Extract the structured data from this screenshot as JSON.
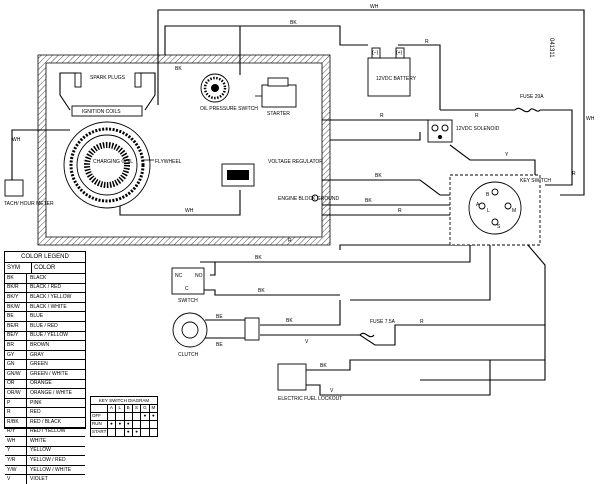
{
  "drawing_number": "041311",
  "components": {
    "spark_plugs": "SPARK PLUGS",
    "ignition_coils": "IGNITION COILS",
    "charging_coil": "CHARGING COIL",
    "flywheel": "FLYWHEEL",
    "oil_pressure_switch": "OIL PRESSURE SWITCH",
    "starter": "STARTER",
    "battery": "12VDC BATTERY",
    "fuse_20a": "FUSE 20A",
    "solenoid": "12VDC SOLENOID",
    "voltage_regulator": "VOLTAGE REGULATOR",
    "engine_block_ground": "ENGINE BLOCK GROUND",
    "key_switch": "KEY SWITCH",
    "tach_hour_meter": "TACH/ HOUR METER",
    "switch": "SWITCH",
    "clutch": "CLUTCH",
    "fuse_7_5a": "FUSE 7.5A",
    "electric_fuel_lockout": "ELECTRIC FUEL LOCKOUT"
  },
  "wire_labels": {
    "wh": "WH",
    "bk": "BK",
    "r": "R",
    "y": "Y",
    "be": "BE",
    "v": "V",
    "neg": "(−)",
    "pos": "(+)"
  },
  "switch_terminals": {
    "nc": "NC",
    "no": "NO",
    "c": "C"
  },
  "key_terminals": {
    "a": "A",
    "b": "B",
    "l": "L",
    "m": "M",
    "s": "S"
  },
  "color_legend": {
    "title": "COLOR LEGEND",
    "sym_header": "SYM",
    "color_header": "COLOR",
    "rows": [
      {
        "sym": "BK",
        "color": "BLACK"
      },
      {
        "sym": "BK/R",
        "color": "BLACK / RED"
      },
      {
        "sym": "BK/Y",
        "color": "BLACK / YELLOW"
      },
      {
        "sym": "BK/W",
        "color": "BLACK / WHITE"
      },
      {
        "sym": "BE",
        "color": "BLUE"
      },
      {
        "sym": "BE/R",
        "color": "BLUE / RED"
      },
      {
        "sym": "BE/Y",
        "color": "BLUE / YELLOW"
      },
      {
        "sym": "BR",
        "color": "BROWN"
      },
      {
        "sym": "GY",
        "color": "GRAY"
      },
      {
        "sym": "GN",
        "color": "GREEN"
      },
      {
        "sym": "GN/W",
        "color": "GREEN / WHITE"
      },
      {
        "sym": "OR",
        "color": "ORANGE"
      },
      {
        "sym": "OR/W",
        "color": "ORANGE / WHITE"
      },
      {
        "sym": "P",
        "color": "PINK"
      },
      {
        "sym": "R",
        "color": "RED"
      },
      {
        "sym": "R/BK",
        "color": "RED / BLACK"
      },
      {
        "sym": "R/Y",
        "color": "RED / YELLOW"
      },
      {
        "sym": "WH",
        "color": "WHITE"
      },
      {
        "sym": "Y",
        "color": "YELLOW"
      },
      {
        "sym": "Y/R",
        "color": "YELLOW / RED"
      },
      {
        "sym": "Y/W",
        "color": "YELLOW / WHITE"
      },
      {
        "sym": "V",
        "color": "VIOLET"
      }
    ]
  },
  "key_switch_diagram": {
    "title": "KEY SWITCH DIAGRAM",
    "columns": [
      "A",
      "L",
      "B",
      "S",
      "G",
      "M"
    ],
    "rows": [
      {
        "pos": "OFF",
        "cells": [
          "",
          "",
          "",
          "",
          "●",
          "●"
        ]
      },
      {
        "pos": "RUN",
        "cells": [
          "●",
          "●",
          "●",
          "",
          "",
          ""
        ]
      },
      {
        "pos": "START",
        "cells": [
          "",
          "",
          "●",
          "●",
          "",
          ""
        ]
      }
    ]
  }
}
